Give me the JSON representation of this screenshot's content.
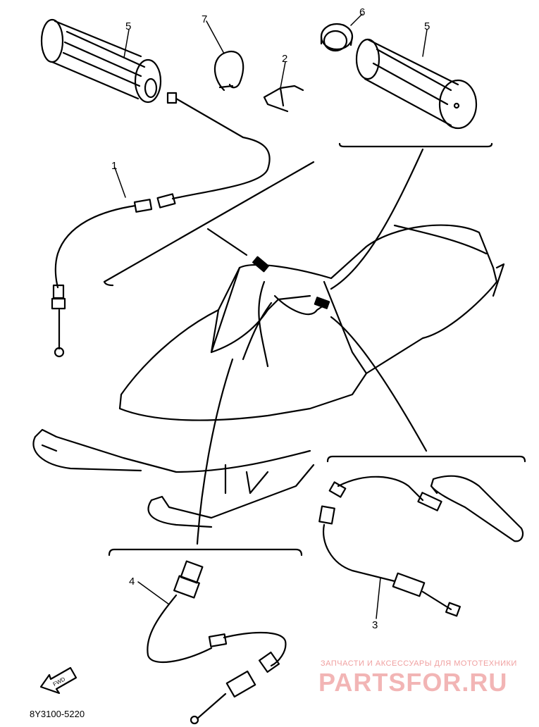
{
  "callouts": [
    "5",
    "7",
    "2",
    "6",
    "5",
    "1",
    "4",
    "3"
  ],
  "fwd_label": "FWD",
  "drawing_code": "8Y3100-5220",
  "watermark": {
    "line1": "ЗАПЧАСТИ И АКСЕССУАРЫ ДЛЯ МОТОТЕХНИКИ",
    "logo": "PARTSFOR.RU",
    "color": "#f2b5b5"
  }
}
